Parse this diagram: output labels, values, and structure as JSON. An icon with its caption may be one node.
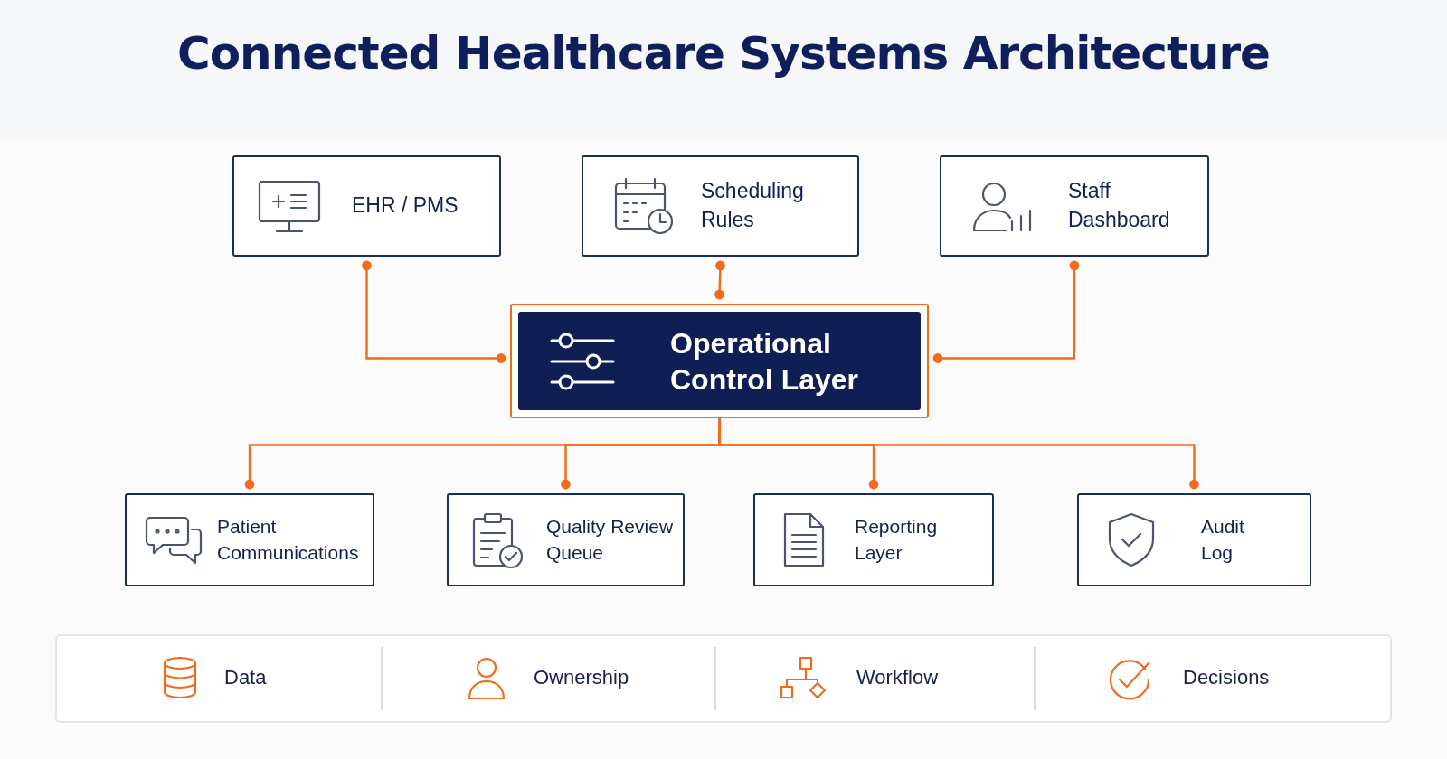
{
  "diagram": {
    "title": "Connected Healthcare Systems Architecture",
    "nodes": [
      {
        "text": [
          "EHR / PMS"
        ]
      },
      {
        "text": [
          "Scheduling Rules"
        ]
      },
      {
        "text": [
          "Staff Dashboard"
        ]
      },
      {
        "text": [
          "Operational Control Layer"
        ]
      },
      {
        "text": [
          "Patient Communications"
        ]
      },
      {
        "text": [
          "Quality Review Queue"
        ]
      },
      {
        "text": [
          "Reporting Layer"
        ]
      },
      {
        "text": [
          "Audit Log"
        ]
      }
    ],
    "edges": [
      {
        "from": 0,
        "to": 3,
        "arrow": "other"
      },
      {
        "from": 1,
        "to": 3,
        "arrow": "other"
      },
      {
        "from": 2,
        "to": 3,
        "arrow": "other"
      },
      {
        "from": 3,
        "to": 4,
        "arrow": "other"
      },
      {
        "from": 3,
        "to": 5,
        "arrow": "other"
      },
      {
        "from": 3,
        "to": 6,
        "arrow": "other"
      },
      {
        "from": 3,
        "to": 7,
        "arrow": "other"
      }
    ],
    "labels": [
      "Data",
      "Ownership",
      "Workflow",
      "Decisions"
    ]
  }
}
